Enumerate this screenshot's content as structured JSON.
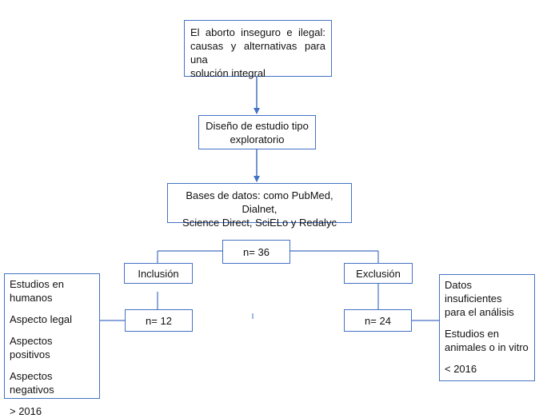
{
  "title_lines": [
    "El aborto inseguro e ilegal:",
    "causas y alternativas para una",
    "solución integral"
  ],
  "design_lines": [
    "Diseño de estudio tipo",
    "exploratorio"
  ],
  "databases_lines": [
    "Bases de datos: como PubMed, Dialnet,",
    "Science Direct, SciELo y Redalyc"
  ],
  "total": "n= 36",
  "inclusion": {
    "label": "Inclusión",
    "count": "n= 12",
    "items": [
      [
        "Estudios en",
        "humanos"
      ],
      [
        "Aspecto legal"
      ],
      [
        "Aspectos positivos"
      ],
      [
        "Aspectos negativos"
      ],
      [
        "> 2016"
      ]
    ]
  },
  "exclusion": {
    "label": "Exclusión",
    "count": "n= 24",
    "items": [
      [
        "Datos insuficientes",
        "para el análisis"
      ],
      [
        "Estudios en",
        "animales o in vitro"
      ],
      [
        "< 2016"
      ]
    ]
  },
  "colors": {
    "border": "#4472c4",
    "line": "#4472c4",
    "text": "#111111"
  }
}
